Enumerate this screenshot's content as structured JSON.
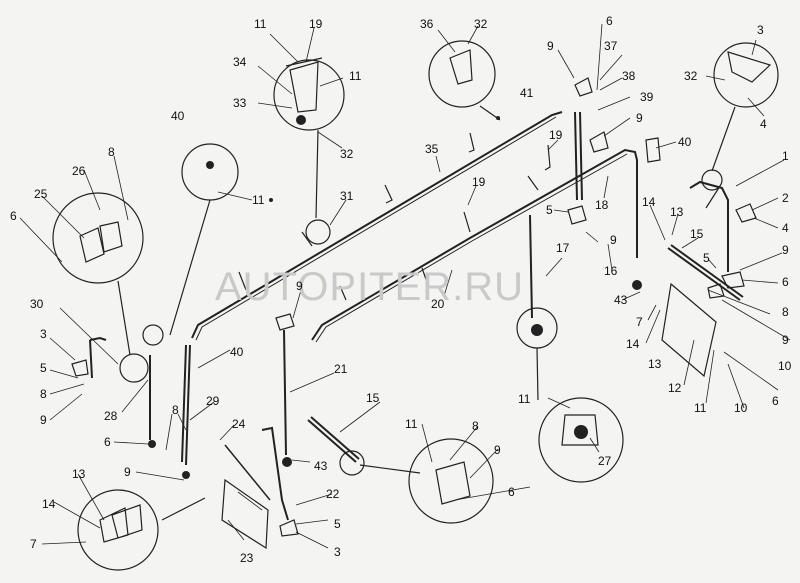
{
  "watermark": "AUTOPITER.RU",
  "callouts": [
    {
      "id": "c-11a",
      "text": "11"
    },
    {
      "id": "c-19a",
      "text": "19"
    },
    {
      "id": "c-34",
      "text": "34"
    },
    {
      "id": "c-11b",
      "text": "11"
    },
    {
      "id": "c-33",
      "text": "33"
    },
    {
      "id": "c-32a",
      "text": "32"
    },
    {
      "id": "c-36",
      "text": "36"
    },
    {
      "id": "c-32b",
      "text": "32"
    },
    {
      "id": "c-6a",
      "text": "6"
    },
    {
      "id": "c-9a",
      "text": "9"
    },
    {
      "id": "c-37",
      "text": "37"
    },
    {
      "id": "c-38",
      "text": "38"
    },
    {
      "id": "c-41",
      "text": "41"
    },
    {
      "id": "c-39",
      "text": "39"
    },
    {
      "id": "c-9b",
      "text": "9"
    },
    {
      "id": "c-40a",
      "text": "40"
    },
    {
      "id": "c-3a",
      "text": "3"
    },
    {
      "id": "c-32c",
      "text": "32"
    },
    {
      "id": "c-4a",
      "text": "4"
    },
    {
      "id": "c-40b",
      "text": "40"
    },
    {
      "id": "c-11c",
      "text": "11"
    },
    {
      "id": "c-35",
      "text": "35"
    },
    {
      "id": "c-19b",
      "text": "19"
    },
    {
      "id": "c-18",
      "text": "18"
    },
    {
      "id": "c-1",
      "text": "1"
    },
    {
      "id": "c-2",
      "text": "2"
    },
    {
      "id": "c-4b",
      "text": "4"
    },
    {
      "id": "c-31",
      "text": "31"
    },
    {
      "id": "c-19c",
      "text": "19"
    },
    {
      "id": "c-5a",
      "text": "5"
    },
    {
      "id": "c-9c",
      "text": "9"
    },
    {
      "id": "c-14a",
      "text": "14"
    },
    {
      "id": "c-13a",
      "text": "13"
    },
    {
      "id": "c-15a",
      "text": "15"
    },
    {
      "id": "c-9d",
      "text": "9"
    },
    {
      "id": "c-5b",
      "text": "5"
    },
    {
      "id": "c-6b",
      "text": "6"
    },
    {
      "id": "c-8a",
      "text": "8"
    },
    {
      "id": "c-26",
      "text": "26"
    },
    {
      "id": "c-25",
      "text": "25"
    },
    {
      "id": "c-6c",
      "text": "6"
    },
    {
      "id": "c-17",
      "text": "17"
    },
    {
      "id": "c-16",
      "text": "16"
    },
    {
      "id": "c-20",
      "text": "20"
    },
    {
      "id": "c-9e",
      "text": "9"
    },
    {
      "id": "c-43a",
      "text": "43"
    },
    {
      "id": "c-7a",
      "text": "7"
    },
    {
      "id": "c-14b",
      "text": "14"
    },
    {
      "id": "c-13b",
      "text": "13"
    },
    {
      "id": "c-8b",
      "text": "8"
    },
    {
      "id": "c-9f",
      "text": "9"
    },
    {
      "id": "c-10a",
      "text": "10"
    },
    {
      "id": "c-12",
      "text": "12"
    },
    {
      "id": "c-11d",
      "text": "11"
    },
    {
      "id": "c-10b",
      "text": "10"
    },
    {
      "id": "c-6d",
      "text": "6"
    },
    {
      "id": "c-30",
      "text": "30"
    },
    {
      "id": "c-3b",
      "text": "3"
    },
    {
      "id": "c-5c",
      "text": "5"
    },
    {
      "id": "c-8c",
      "text": "8"
    },
    {
      "id": "c-9g",
      "text": "9"
    },
    {
      "id": "c-40c",
      "text": "40"
    },
    {
      "id": "c-21",
      "text": "21"
    },
    {
      "id": "c-28",
      "text": "28"
    },
    {
      "id": "c-8d",
      "text": "8"
    },
    {
      "id": "c-29",
      "text": "29"
    },
    {
      "id": "c-15b",
      "text": "15"
    },
    {
      "id": "c-11e",
      "text": "11"
    },
    {
      "id": "c-27",
      "text": "27"
    },
    {
      "id": "c-6e",
      "text": "6"
    },
    {
      "id": "c-9h",
      "text": "9"
    },
    {
      "id": "c-24",
      "text": "24"
    },
    {
      "id": "c-43b",
      "text": "43"
    },
    {
      "id": "c-11f",
      "text": "11"
    },
    {
      "id": "c-8e",
      "text": "8"
    },
    {
      "id": "c-9i",
      "text": "9"
    },
    {
      "id": "c-13c",
      "text": "13"
    },
    {
      "id": "c-14c",
      "text": "14"
    },
    {
      "id": "c-22",
      "text": "22"
    },
    {
      "id": "c-6f",
      "text": "6"
    },
    {
      "id": "c-5d",
      "text": "5"
    },
    {
      "id": "c-7b",
      "text": "7"
    },
    {
      "id": "c-23",
      "text": "23"
    },
    {
      "id": "c-3c",
      "text": "3"
    }
  ]
}
